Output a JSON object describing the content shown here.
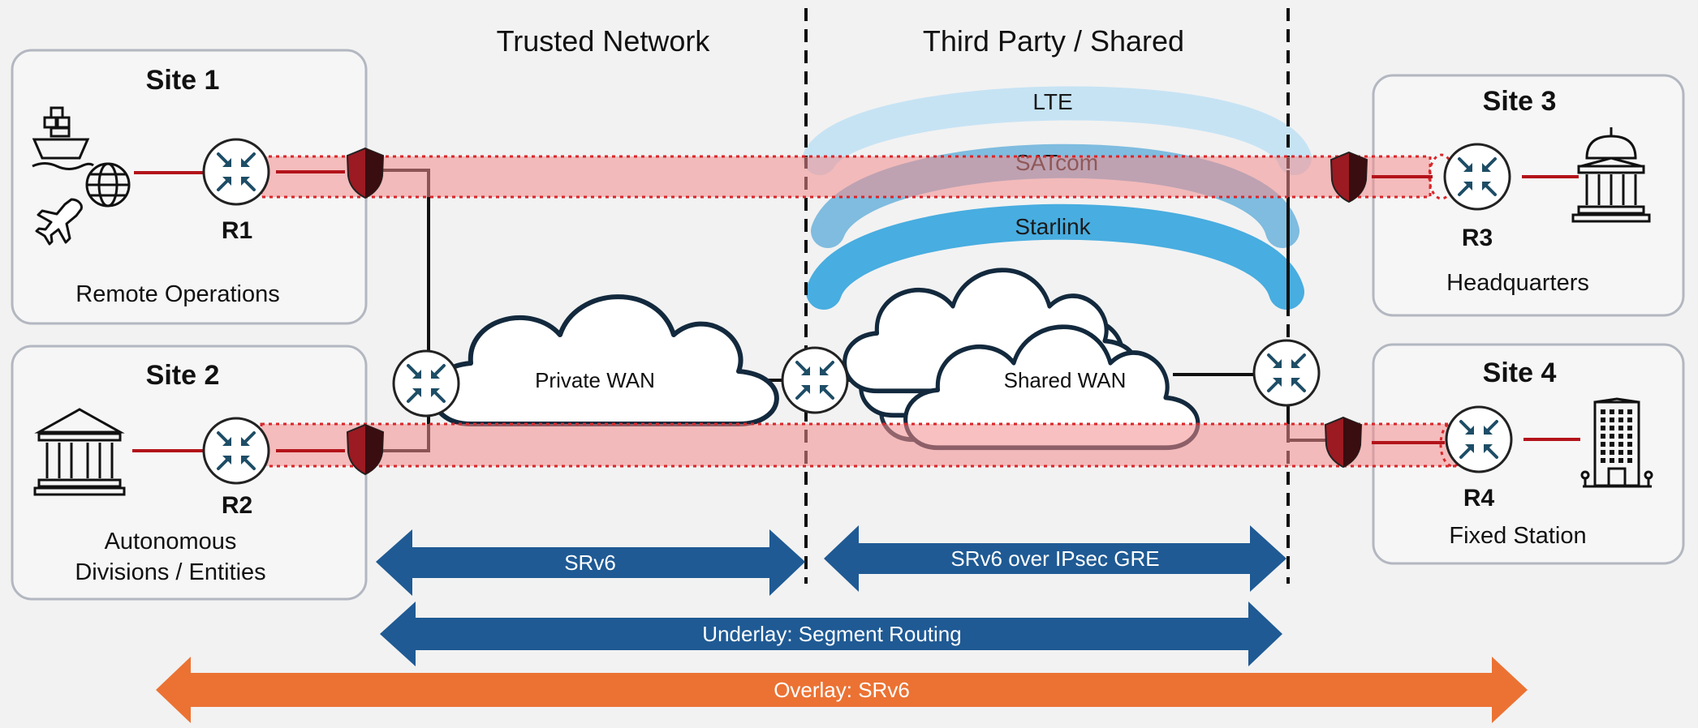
{
  "zones": {
    "trusted": "Trusted Network",
    "third_party": "Third Party / Shared"
  },
  "sites": [
    {
      "title": "Site 1",
      "router": "R1",
      "label": "Remote Operations"
    },
    {
      "title": "Site 2",
      "router": "R2",
      "label_line1": "Autonomous",
      "label_line2": "Divisions / Entities"
    },
    {
      "title": "Site 3",
      "router": "R3",
      "label": "Headquarters"
    },
    {
      "title": "Site 4",
      "router": "R4",
      "label": "Fixed Station"
    }
  ],
  "bands": {
    "lte": "LTE",
    "satcom": "SATcom",
    "starlink": "Starlink"
  },
  "clouds": {
    "private": "Private WAN",
    "shared": "Shared WAN"
  },
  "arrows": {
    "srv6_trusted": "SRv6",
    "srv6_ipsec": "SRv6 over IPsec GRE",
    "underlay": "Underlay: Segment Routing",
    "overlay": "Overlay: SRv6"
  },
  "colors": {
    "tunnel": "#f7b4b4",
    "tunnel_border": "#d9262a",
    "router": "#1e4d66",
    "blue_arrow": "#1f5a94",
    "orange_arrow": "#eb7233",
    "lte": "#c6e3f4",
    "satcom": "#7fbcdf",
    "starlink": "#48ade0"
  }
}
